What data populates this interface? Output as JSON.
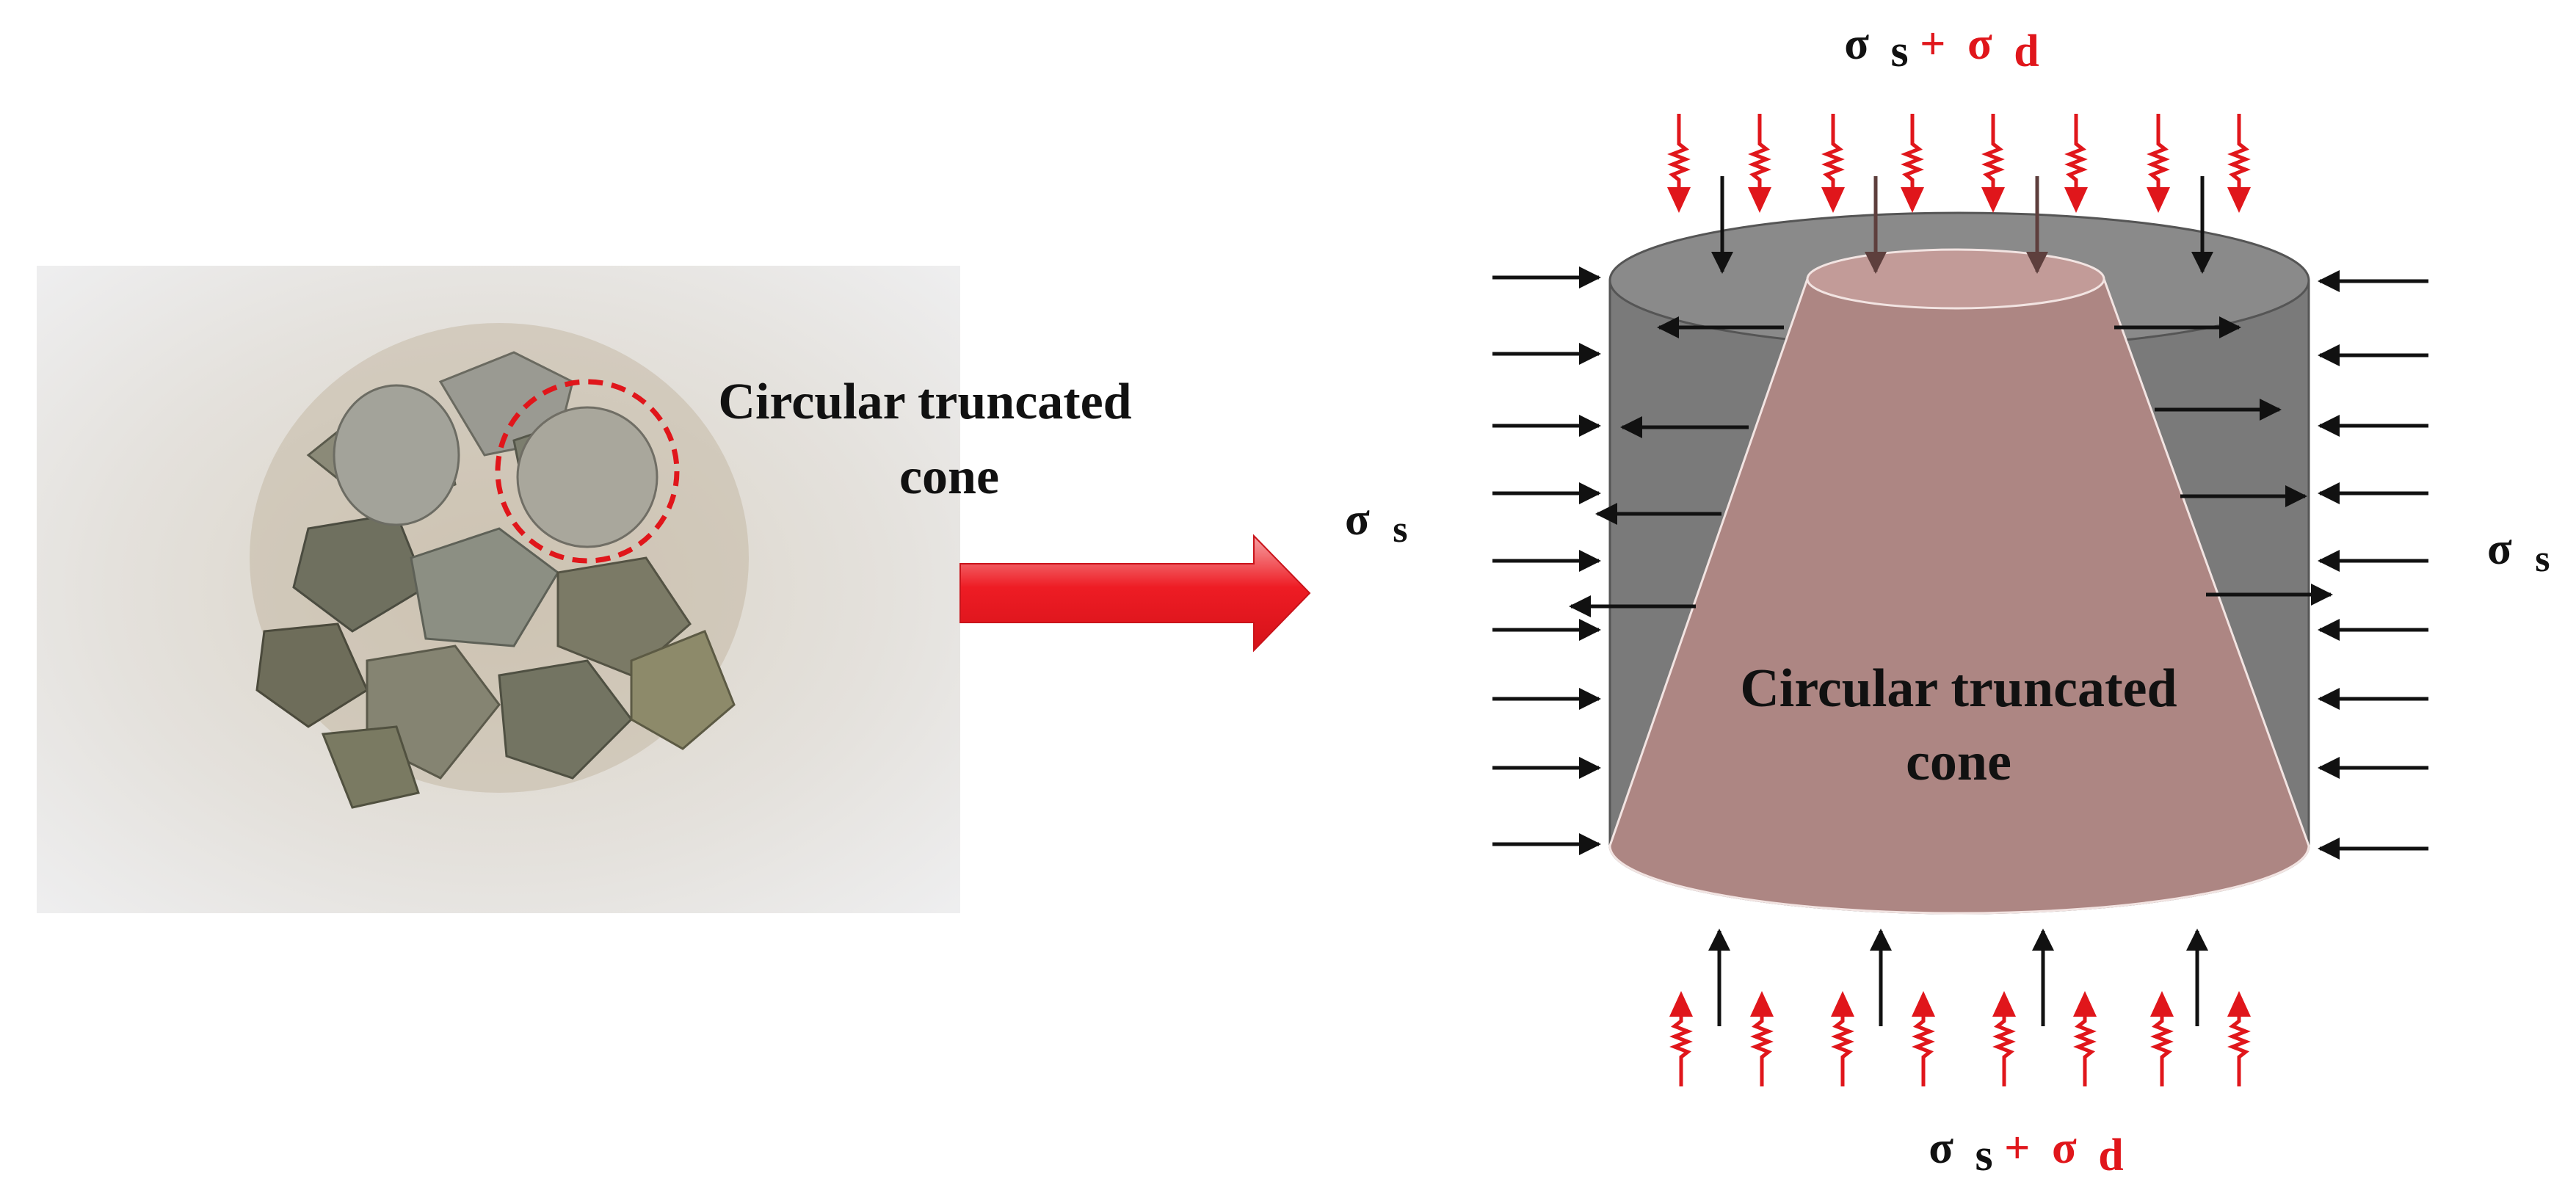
{
  "photo": {
    "label_line1": "Circular truncated",
    "label_line2": "cone",
    "highlight_icon": "dashed-circle-highlight"
  },
  "transition_arrow": {
    "icon": "arrow-right-icon"
  },
  "diagram": {
    "top_label": {
      "sigma": "σ",
      "s": "s",
      "plus": "+",
      "sigma2": "σ",
      "d": "d"
    },
    "bottom_label": {
      "sigma": "σ",
      "s": "s",
      "plus": "+",
      "sigma2": "σ",
      "d": "d"
    },
    "left_label": {
      "sigma": "σ",
      "s": "s"
    },
    "right_label": {
      "sigma": "σ",
      "s": "s"
    },
    "cone_label_line1": "Circular truncated",
    "cone_label_line2": "cone"
  },
  "colors": {
    "dynamic_stress": "#e0161b",
    "static_stress": "#111111",
    "cylinder": "#7a7a7a",
    "cylinder_top": "#8a8a8a",
    "cone": "#ad8683",
    "cone_top": "#c29b98",
    "transition_arrow": "#ee1c24"
  }
}
